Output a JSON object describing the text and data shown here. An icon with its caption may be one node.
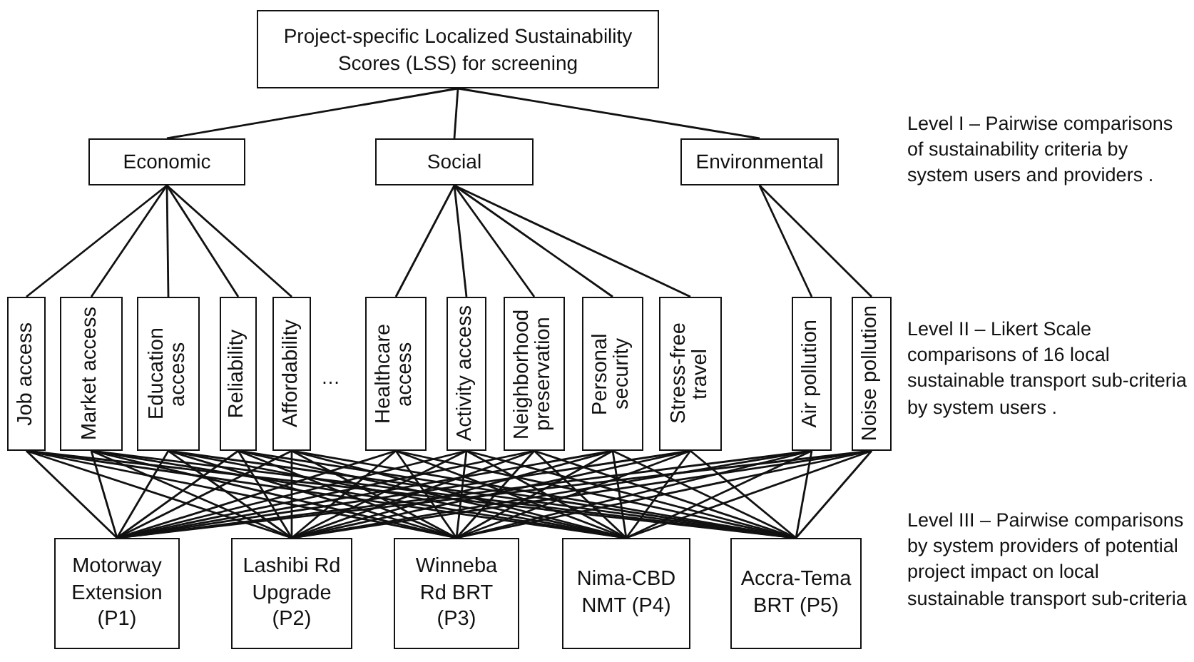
{
  "diagram": {
    "nodes": [
      {
        "text": [
          "Project-specific Localized Sustainability Scores (LSS) for screening"
        ]
      },
      {
        "text": [
          "Economic"
        ]
      },
      {
        "text": [
          "Social"
        ]
      },
      {
        "text": [
          "Environmental"
        ]
      },
      {
        "text": [
          "Job access"
        ]
      },
      {
        "text": [
          "Market access"
        ]
      },
      {
        "text": [
          "Education access"
        ]
      },
      {
        "text": [
          "Reliability"
        ]
      },
      {
        "text": [
          "Affordability"
        ]
      },
      {
        "text": [
          "Healthcare access"
        ]
      },
      {
        "text": [
          "Activity access"
        ]
      },
      {
        "text": [
          "Neighborhood preservation"
        ]
      },
      {
        "text": [
          "Personal security"
        ]
      },
      {
        "text": [
          "Stress-free travel"
        ]
      },
      {
        "text": [
          "Air pollution"
        ]
      },
      {
        "text": [
          "Noise pollution"
        ]
      },
      {
        "text": [
          "Motorway Extension (P1)"
        ]
      },
      {
        "text": [
          "Lashibi Rd Upgrade (P2)"
        ]
      },
      {
        "text": [
          "Winneba Rd BRT (P3)"
        ]
      },
      {
        "text": [
          "Nima-CBD NMT (P4)"
        ]
      },
      {
        "text": [
          "Accra-Tema BRT (P5)"
        ]
      }
    ],
    "edges": [
      {
        "from": 0,
        "to": 1,
        "arrow": "none"
      },
      {
        "from": 0,
        "to": 2,
        "arrow": "none"
      },
      {
        "from": 0,
        "to": 3,
        "arrow": "none"
      },
      {
        "from": 1,
        "to": 4,
        "arrow": "none"
      },
      {
        "from": 1,
        "to": 5,
        "arrow": "none"
      },
      {
        "from": 1,
        "to": 6,
        "arrow": "none"
      },
      {
        "from": 1,
        "to": 7,
        "arrow": "none"
      },
      {
        "from": 1,
        "to": 8,
        "arrow": "none"
      },
      {
        "from": 2,
        "to": 9,
        "arrow": "none"
      },
      {
        "from": 2,
        "to": 10,
        "arrow": "none"
      },
      {
        "from": 2,
        "to": 11,
        "arrow": "none"
      },
      {
        "from": 2,
        "to": 12,
        "arrow": "none"
      },
      {
        "from": 2,
        "to": 13,
        "arrow": "none"
      },
      {
        "from": 3,
        "to": 14,
        "arrow": "none"
      },
      {
        "from": 3,
        "to": 15,
        "arrow": "none"
      },
      {
        "from": 4,
        "to": 16,
        "arrow": "none"
      },
      {
        "from": 4,
        "to": 17,
        "arrow": "none"
      },
      {
        "from": 4,
        "to": 18,
        "arrow": "none"
      },
      {
        "from": 4,
        "to": 19,
        "arrow": "none"
      },
      {
        "from": 4,
        "to": 20,
        "arrow": "none"
      },
      {
        "from": 5,
        "to": 16,
        "arrow": "none"
      },
      {
        "from": 5,
        "to": 17,
        "arrow": "none"
      },
      {
        "from": 5,
        "to": 18,
        "arrow": "none"
      },
      {
        "from": 5,
        "to": 19,
        "arrow": "none"
      },
      {
        "from": 5,
        "to": 20,
        "arrow": "none"
      },
      {
        "from": 6,
        "to": 16,
        "arrow": "none"
      },
      {
        "from": 6,
        "to": 17,
        "arrow": "none"
      },
      {
        "from": 6,
        "to": 18,
        "arrow": "none"
      },
      {
        "from": 6,
        "to": 19,
        "arrow": "none"
      },
      {
        "from": 6,
        "to": 20,
        "arrow": "none"
      },
      {
        "from": 7,
        "to": 16,
        "arrow": "none"
      },
      {
        "from": 7,
        "to": 17,
        "arrow": "none"
      },
      {
        "from": 7,
        "to": 18,
        "arrow": "none"
      },
      {
        "from": 7,
        "to": 19,
        "arrow": "none"
      },
      {
        "from": 7,
        "to": 20,
        "arrow": "none"
      },
      {
        "from": 8,
        "to": 16,
        "arrow": "none"
      },
      {
        "from": 8,
        "to": 17,
        "arrow": "none"
      },
      {
        "from": 8,
        "to": 18,
        "arrow": "none"
      },
      {
        "from": 8,
        "to": 19,
        "arrow": "none"
      },
      {
        "from": 8,
        "to": 20,
        "arrow": "none"
      },
      {
        "from": 9,
        "to": 16,
        "arrow": "none"
      },
      {
        "from": 9,
        "to": 17,
        "arrow": "none"
      },
      {
        "from": 9,
        "to": 18,
        "arrow": "none"
      },
      {
        "from": 9,
        "to": 19,
        "arrow": "none"
      },
      {
        "from": 9,
        "to": 20,
        "arrow": "none"
      },
      {
        "from": 10,
        "to": 16,
        "arrow": "none"
      },
      {
        "from": 10,
        "to": 17,
        "arrow": "none"
      },
      {
        "from": 10,
        "to": 18,
        "arrow": "none"
      },
      {
        "from": 10,
        "to": 19,
        "arrow": "none"
      },
      {
        "from": 10,
        "to": 20,
        "arrow": "none"
      },
      {
        "from": 11,
        "to": 16,
        "arrow": "none"
      },
      {
        "from": 11,
        "to": 17,
        "arrow": "none"
      },
      {
        "from": 11,
        "to": 18,
        "arrow": "none"
      },
      {
        "from": 11,
        "to": 19,
        "arrow": "none"
      },
      {
        "from": 11,
        "to": 20,
        "arrow": "none"
      },
      {
        "from": 12,
        "to": 16,
        "arrow": "none"
      },
      {
        "from": 12,
        "to": 17,
        "arrow": "none"
      },
      {
        "from": 12,
        "to": 18,
        "arrow": "none"
      },
      {
        "from": 12,
        "to": 19,
        "arrow": "none"
      },
      {
        "from": 12,
        "to": 20,
        "arrow": "none"
      },
      {
        "from": 13,
        "to": 16,
        "arrow": "none"
      },
      {
        "from": 13,
        "to": 17,
        "arrow": "none"
      },
      {
        "from": 13,
        "to": 18,
        "arrow": "none"
      },
      {
        "from": 13,
        "to": 19,
        "arrow": "none"
      },
      {
        "from": 13,
        "to": 20,
        "arrow": "none"
      },
      {
        "from": 14,
        "to": 16,
        "arrow": "none"
      },
      {
        "from": 14,
        "to": 17,
        "arrow": "none"
      },
      {
        "from": 14,
        "to": 18,
        "arrow": "none"
      },
      {
        "from": 14,
        "to": 19,
        "arrow": "none"
      },
      {
        "from": 14,
        "to": 20,
        "arrow": "none"
      },
      {
        "from": 15,
        "to": 16,
        "arrow": "none"
      },
      {
        "from": 15,
        "to": 17,
        "arrow": "none"
      },
      {
        "from": 15,
        "to": 18,
        "arrow": "none"
      },
      {
        "from": 15,
        "to": 19,
        "arrow": "none"
      },
      {
        "from": 15,
        "to": 20,
        "arrow": "none"
      }
    ],
    "labels": [
      "…",
      "Level I – Pairwise comparisons of sustainability criteria by system users and providers .",
      "Level II – Likert Scale comparisons of 16 local sustainable transport sub-criteria by system users .",
      "Level III – Pairwise comparisons by system providers of potential project impact on local sustainable transport sub-criteria"
    ]
  }
}
